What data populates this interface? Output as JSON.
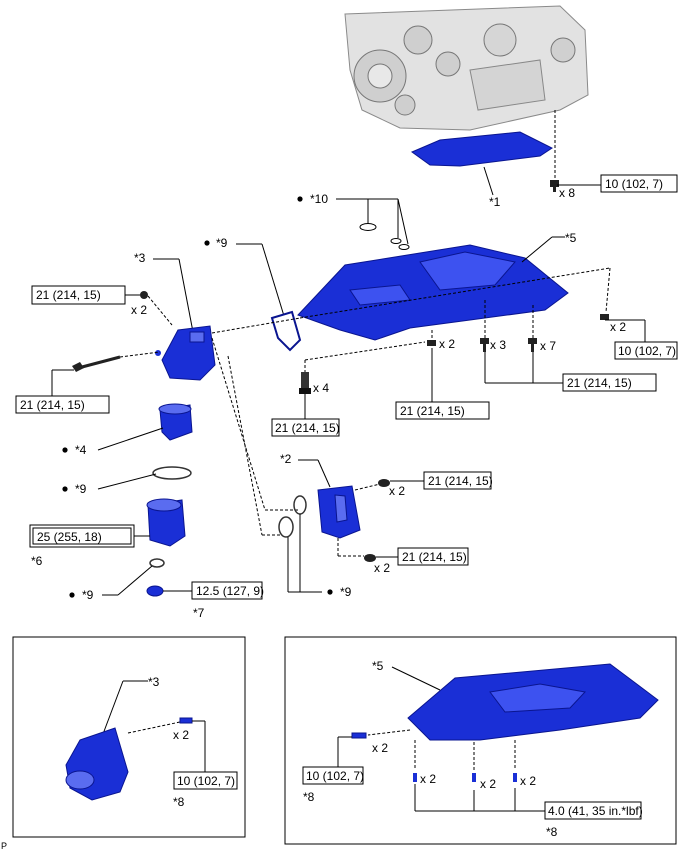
{
  "callouts": {
    "c1": "*1",
    "c2": "*2",
    "c3": "*3",
    "c4": "*4",
    "c5": "*5",
    "c6": "*6",
    "c7": "*7",
    "c8": "*8",
    "c9": "*9",
    "c10": "*10"
  },
  "torques": {
    "t_10_102_7": "10 (102, 7)",
    "t_21_214_15": "21 (214, 15)",
    "t_25_255_18": "25 (255, 18)",
    "t_12_5": "12.5 (127, 9)",
    "t_4_0": "4.0 (41, 35 in.*lbf)"
  },
  "qty": {
    "x2": "x 2",
    "x3": "x 3",
    "x4": "x 4",
    "x7": "x 7",
    "x8": "x 8"
  },
  "corner_mark": "P",
  "colors": {
    "part_blue": "#1a2fd6",
    "engine_gray": "#d8d8d8"
  }
}
